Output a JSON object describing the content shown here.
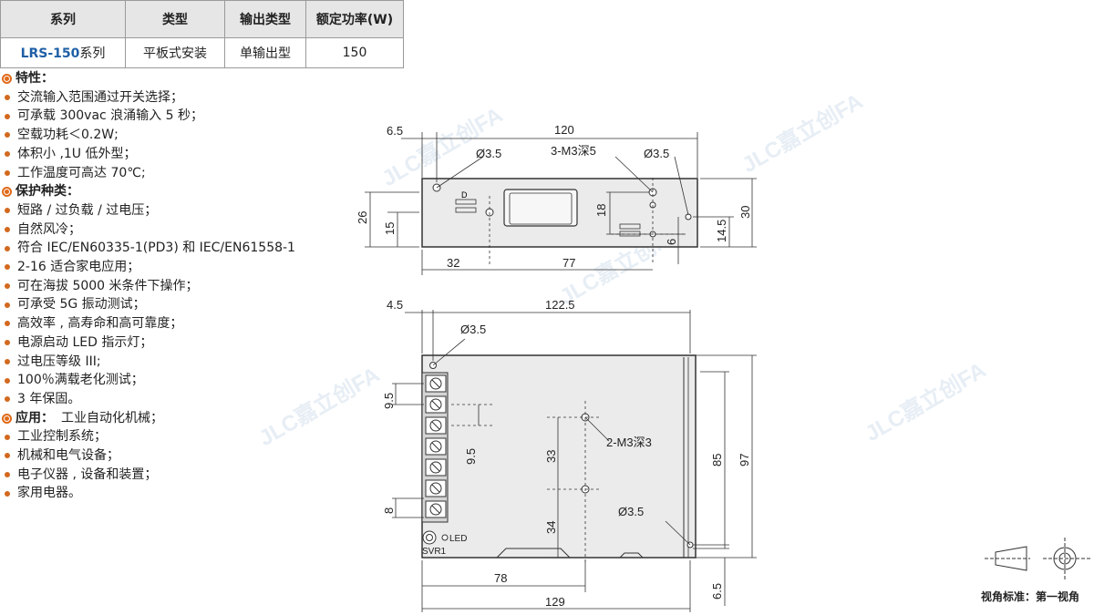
{
  "spec_table": {
    "headers": [
      "系列",
      "类型",
      "输出类型",
      "额定功率(W)"
    ],
    "row": {
      "series_model": "LRS-150",
      "series_suffix": "系列",
      "type": "平板式安装",
      "output": "单输出型",
      "power": "150"
    }
  },
  "features": {
    "title": "特性：",
    "items": [
      "交流输入范围通过开关选择；",
      "可承载 300vac 浪涌输入 5 秒；",
      "空载功耗＜0.2W;",
      "体积小 ,1U 低外型；",
      "工作温度可高达 70℃;"
    ]
  },
  "protection": {
    "title": "保护种类：",
    "items": [
      "短路 / 过负载 / 过电压；",
      "自然风冷；",
      "符合 IEC/EN60335-1(PD3) 和 IEC/EN61558-1",
      "2-16 适合家电应用；",
      "可在海拔 5000 米条件下操作；",
      "可承受 5G 振动测试；",
      "高效率 , 高寿命和高可靠度；",
      "电源启动 LED 指示灯；",
      "过电压等级 III;",
      "100％满载老化测试；",
      "3 年保固。"
    ]
  },
  "applications": {
    "title": "应用：",
    "first": "工业自动化机械；",
    "items": [
      "工业控制系统；",
      "机械和电气设备；",
      "电子仪器 , 设备和装置；",
      "家用电器。"
    ]
  },
  "side_view": {
    "dim_top_left": "6.5",
    "dim_top": "120",
    "hole_left": "Ø3.5",
    "thread": "3-M3深5",
    "hole_right": "Ø3.5",
    "dim_26": "26",
    "dim_15": "15",
    "dim_18": "18",
    "dim_6": "6",
    "dim_14_5": "14.5",
    "dim_30": "30",
    "dim_32": "32",
    "dim_77": "77"
  },
  "top_view": {
    "dim_top_left": "4.5",
    "dim_top": "122.5",
    "hole_top": "Ø3.5",
    "dim_9_5_left": "9.5",
    "dim_9_5_inner": "9.5",
    "dim_33": "33",
    "dim_34": "34",
    "dim_8": "8",
    "thread": "2-M3深3",
    "hole_bottom": "Ø3.5",
    "dim_85": "85",
    "dim_97": "97",
    "dim_78": "78",
    "dim_129": "129",
    "dim_6_5": "6.5",
    "led_label": "LED",
    "svr_label": "SVR1"
  },
  "projection": {
    "label": "视角标准：第一视角"
  },
  "watermark": {
    "text": "JLC嘉立创FA"
  }
}
